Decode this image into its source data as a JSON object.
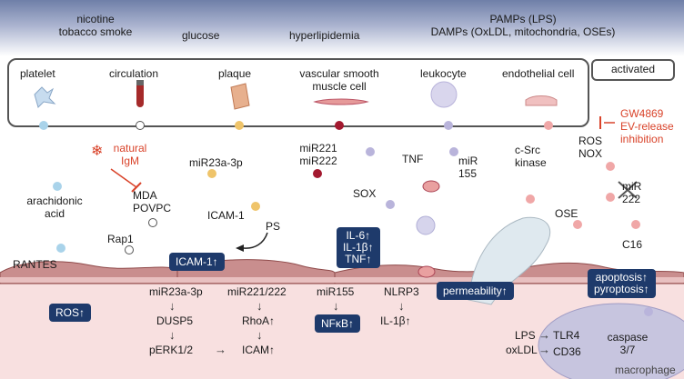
{
  "header": {
    "nicotine": "nicotine\ntobacco smoke",
    "glucose": "glucose",
    "hyperlipidemia": "hyperlipidemia",
    "pamps": "PAMPs (LPS)\nDAMPs (OxLDL, mitochondria, OSEs)"
  },
  "sources": {
    "platelet": "platelet",
    "circulation": "circulation",
    "plaque": "plaque",
    "vsmc": "vascular smooth\nmuscle cell",
    "leukocyte": "leukocyte",
    "endothelial": "endothelial cell",
    "activated": "activated"
  },
  "inhibitor": "GW4869\nEV-release\ninhibition",
  "mid": {
    "natural_igm": "natural\nIgM",
    "mda": "MDA\nPOVPC",
    "arachidonic": "arachidonic\nacid",
    "rap1": "Rap1",
    "rantes": "RANTES",
    "mir23a": "miR23a-3p",
    "icam1": "ICAM-1",
    "ps": "PS",
    "mir221": "miR221\nmiR222",
    "tnf": "TNF",
    "mir155": "miR\n155",
    "sox": "SOX",
    "csrc": "c-Src\nkinase",
    "ros_nox": "ROS\nNOX",
    "ose": "OSE",
    "mir222": "miR\n222",
    "c16": "C16"
  },
  "boxes": {
    "icam_up": "ICAM-1↑",
    "il": "IL-6↑\nIL-1β↑\nTNF↑",
    "ros_up": "ROS↑",
    "nfkb": "NFκB↑",
    "permeability": "permeability↑",
    "apoptosis": "apoptosis↑\npyroptosis↑"
  },
  "pathways": {
    "p1_a": "miR23a-3p",
    "p1_b": "DUSP5",
    "p1_c": "pERK1/2",
    "p2_a": "miR221/222",
    "p2_b": "RhoA↑",
    "p2_c": "ICAM↑",
    "p3_a": "miR155",
    "p4_a": "NLRP3",
    "p4_b": "IL-1β↑"
  },
  "macrophage": {
    "lps": "LPS",
    "tlr4": "TLR4",
    "oxldl": "oxLDL",
    "cd36": "CD36",
    "caspase": "caspase\n3/7",
    "label": "macrophage"
  },
  "colors": {
    "navy": "#1e3a6b",
    "red": "#d9432a",
    "tissue": "#f8e0e0",
    "cell": "#b36a6a"
  }
}
